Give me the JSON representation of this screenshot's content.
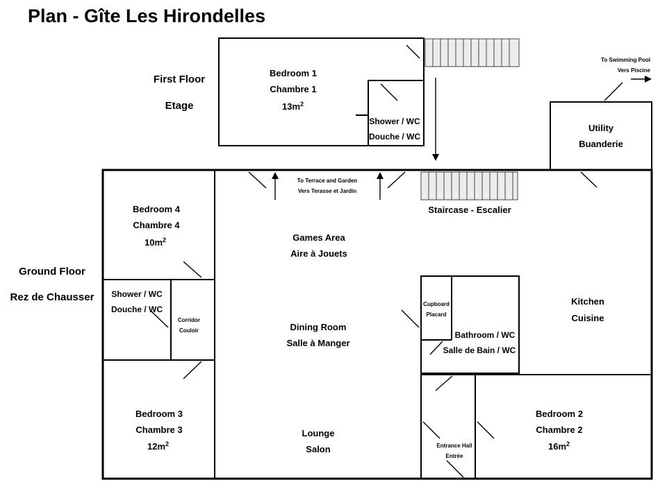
{
  "title": "Plan - Gîte Les Hirondelles",
  "floors": {
    "first_floor": {
      "line1": "First Floor",
      "line2": "Etage"
    },
    "ground_floor": {
      "line1": "Ground Floor",
      "line2": "Rez de Chausser"
    }
  },
  "rooms": {
    "bedroom1": {
      "line1": "Bedroom 1",
      "line2": "Chambre 1",
      "area": "13m",
      "unit_sup": "2"
    },
    "shower_first": {
      "line1": "Shower / WC",
      "line2": "Douche / WC"
    },
    "utility": {
      "line1": "Utility",
      "line2": "Buanderie"
    },
    "pool": {
      "line1": "To Swimming Pool",
      "line2": "Vers Piscine"
    },
    "terrace": {
      "line1": "To Terrace and Garden",
      "line2": "Vers Terasse et Jardin"
    },
    "staircase": {
      "label": "Staircase - Escalier"
    },
    "bedroom4": {
      "line1": "Bedroom 4",
      "line2": "Chambre 4",
      "area": "10m",
      "unit_sup": "2"
    },
    "shower_ground": {
      "line1": "Shower / WC",
      "line2": "Douche / WC"
    },
    "corridor": {
      "line1": "Corridor",
      "line2": "Couloir"
    },
    "games": {
      "line1": "Games Area",
      "line2": "Aire à Jouets"
    },
    "dining": {
      "line1": "Dining Room",
      "line2": "Salle à Manger"
    },
    "lounge": {
      "line1": "Lounge",
      "line2": "Salon"
    },
    "cupboard": {
      "line1": "Cupboard",
      "line2": "Placard"
    },
    "bathroom": {
      "line1": "Bathroom / WC",
      "line2": "Salle de Bain / WC"
    },
    "kitchen": {
      "line1": "Kitchen",
      "line2": "Cuisine"
    },
    "bedroom3": {
      "line1": "Bedroom 3",
      "line2": "Chambre 3",
      "area": "12m",
      "unit_sup": "2"
    },
    "entrance": {
      "line1": "Entrance Hall",
      "line2": "Entrée"
    },
    "bedroom2": {
      "line1": "Bedroom 2",
      "line2": "Chambre 2",
      "area": "16m",
      "unit_sup": "2"
    }
  }
}
